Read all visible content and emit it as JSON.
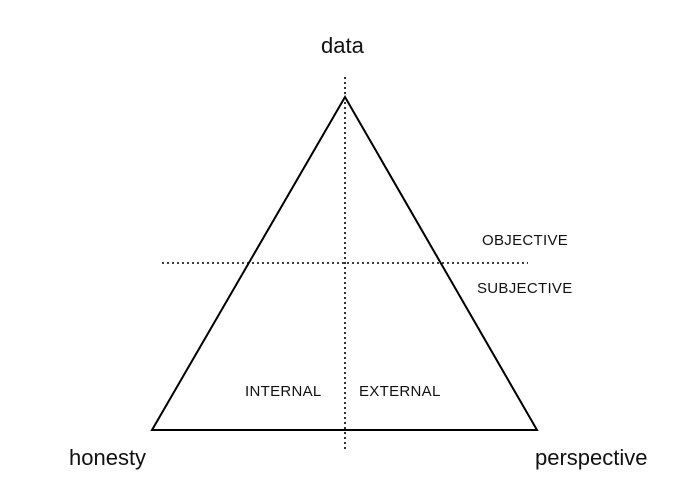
{
  "vertices": {
    "top": "data",
    "bottom_left": "honesty",
    "bottom_right": "perspective"
  },
  "regions": {
    "above_horizontal": "OBJECTIVE",
    "below_horizontal": "SUBJECTIVE",
    "left_of_vertical": "INTERNAL",
    "right_of_vertical": "EXTERNAL"
  },
  "colors": {
    "stroke": "#000000",
    "text": "#111111",
    "background": "#ffffff"
  }
}
